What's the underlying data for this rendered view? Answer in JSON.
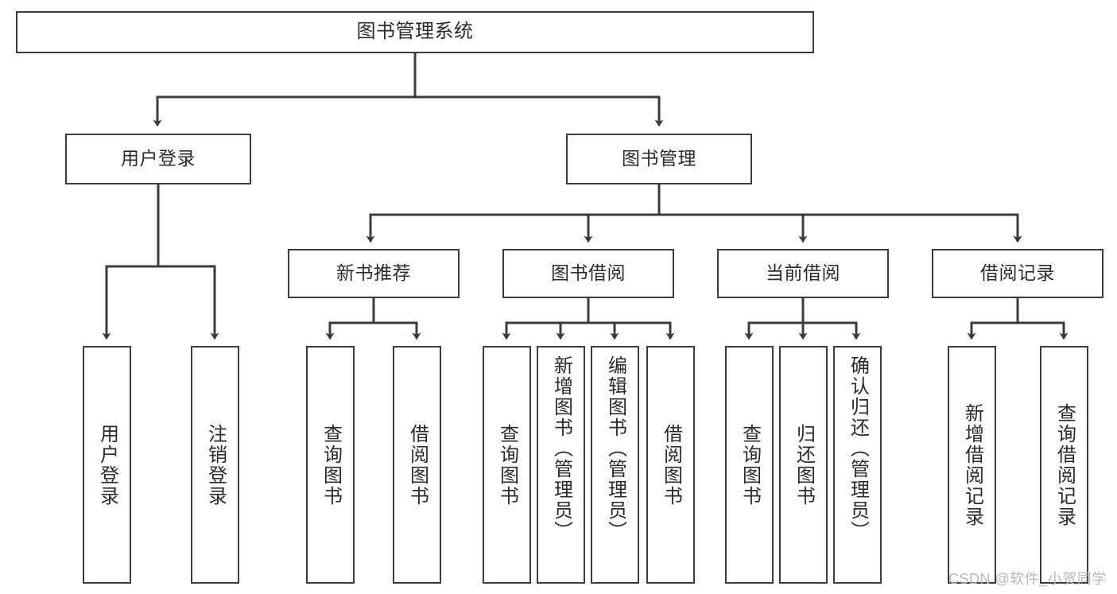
{
  "diagram": {
    "title": "图书管理系统",
    "type": "功能结构图",
    "stroke_color": "#3b3b3b",
    "text_color": "#2b2b2b",
    "background_color": "#ffffff"
  },
  "nodes": {
    "root": {
      "label": "图书管理系统"
    },
    "level2": [
      {
        "label": "用户登录"
      },
      {
        "label": "图书管理"
      }
    ],
    "level3": [
      {
        "label": "新书推荐"
      },
      {
        "label": "图书借阅"
      },
      {
        "label": "当前借阅"
      },
      {
        "label": "借阅记录"
      }
    ],
    "leaves_user_login": [
      {
        "label": "用户登录"
      },
      {
        "label": "注销登录"
      }
    ],
    "leaves_new_book": [
      {
        "label": "查询图书"
      },
      {
        "label": "借阅图书"
      }
    ],
    "leaves_borrow": [
      {
        "label": "查询图书"
      },
      {
        "label": "新增图书（管理员）"
      },
      {
        "label": "编辑图书（管理员）"
      },
      {
        "label": "借阅图书"
      }
    ],
    "leaves_current": [
      {
        "label": "查询图书"
      },
      {
        "label": "归还图书"
      },
      {
        "label": "确认归还（管理员）"
      }
    ],
    "leaves_record": [
      {
        "label": "新增借阅记录"
      },
      {
        "label": "查询借阅记录"
      }
    ]
  },
  "watermark": {
    "text": "CSDN @软件_小贺同学"
  }
}
